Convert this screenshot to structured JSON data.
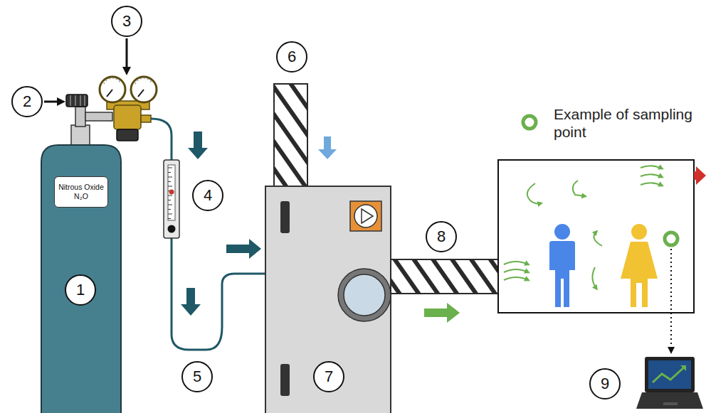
{
  "diagram": {
    "nodes": [
      {
        "text": [
          "Nitrous Oxide N₂O"
        ]
      }
    ],
    "labels": [
      "1",
      "2",
      "3",
      "4",
      "5",
      "6",
      "7",
      "8",
      "9"
    ],
    "legend": [
      {
        "text": "Example of sampling point"
      }
    ]
  }
}
